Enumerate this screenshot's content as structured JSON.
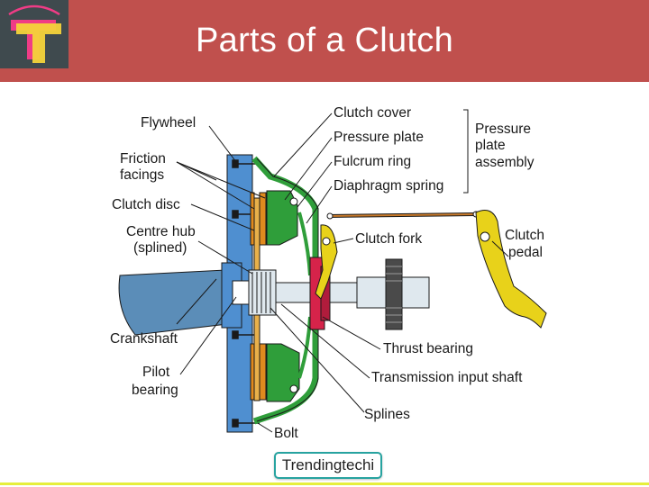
{
  "header": {
    "title": "Parts of a Clutch",
    "brand_color": "#c0504d",
    "logo": {
      "icon": "trendingtechi-t-logo",
      "colors": [
        "#f03c86",
        "#f4d33a",
        "#3f4a4e"
      ]
    }
  },
  "diagram": {
    "labels": {
      "flywheel": "Flywheel",
      "friction_1": "Friction",
      "friction_2": "facings",
      "clutch_disc": "Clutch disc",
      "centre_hub_1": "Centre hub",
      "centre_hub_2": "(splined)",
      "crankshaft": "Crankshaft",
      "pilot_1": "Pilot",
      "pilot_2": "bearing",
      "bolt": "Bolt",
      "clutch_cover": "Clutch cover",
      "pressure_plate": "Pressure plate",
      "fulcrum_ring": "Fulcrum ring",
      "diaphragm_spring": "Diaphragm spring",
      "pp_assembly_1": "Pressure",
      "pp_assembly_2": "plate",
      "pp_assembly_3": "assembly",
      "clutch_fork": "Clutch fork",
      "clutch_pedal_1": "Clutch",
      "clutch_pedal_2": "pedal",
      "thrust_bearing": "Thrust bearing",
      "input_shaft": "Transmission input shaft",
      "splines": "Splines"
    },
    "colors": {
      "flywheel": "#4f8fd0",
      "shaft": "#5b8db8",
      "friction": "#e08a1e",
      "pressure_plate": "#2f9e3a",
      "cover": "#2f9e3a",
      "thrust_bearing": "#d6234a",
      "fork": "#e8d21a",
      "gear": "#4a4a4a"
    }
  },
  "watermark": {
    "text": "Trendingtechi"
  }
}
